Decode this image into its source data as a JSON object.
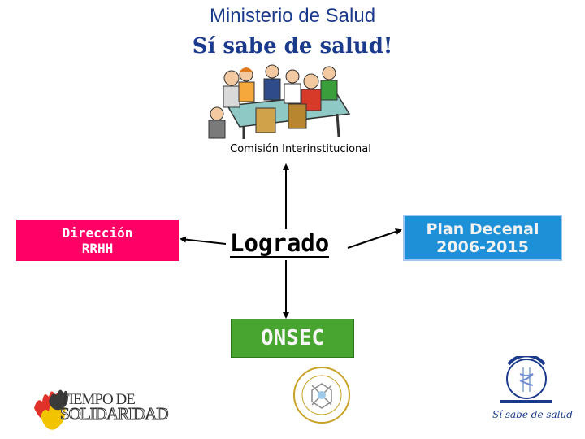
{
  "header": {
    "title": "Ministerio de Salud",
    "slogan": "Sí sabe de salud!"
  },
  "diagram": {
    "center_node": "Logrado",
    "top_node": {
      "label": "Comisión Interinstitucional",
      "icon": "meeting-illustration-icon"
    },
    "left_node": {
      "line1": "Dirección",
      "line2": "RRHH",
      "color": "#ff0066"
    },
    "right_node": {
      "line1": "Plan Decenal",
      "line2": "2006-2015",
      "color": "#1e90d8"
    },
    "bottom_node": {
      "label": "ONSEC",
      "color": "#48a530"
    }
  },
  "footer": {
    "left_logo": {
      "line1": "TIEMPO DE",
      "line2": "SOLIDARIDAD",
      "icon": "hands-logo-icon"
    },
    "center_logo": {
      "icon": "government-seal-icon"
    },
    "right_logo": {
      "signature": "Sí sabe de salud",
      "icon": "ministry-health-logo-icon"
    }
  }
}
